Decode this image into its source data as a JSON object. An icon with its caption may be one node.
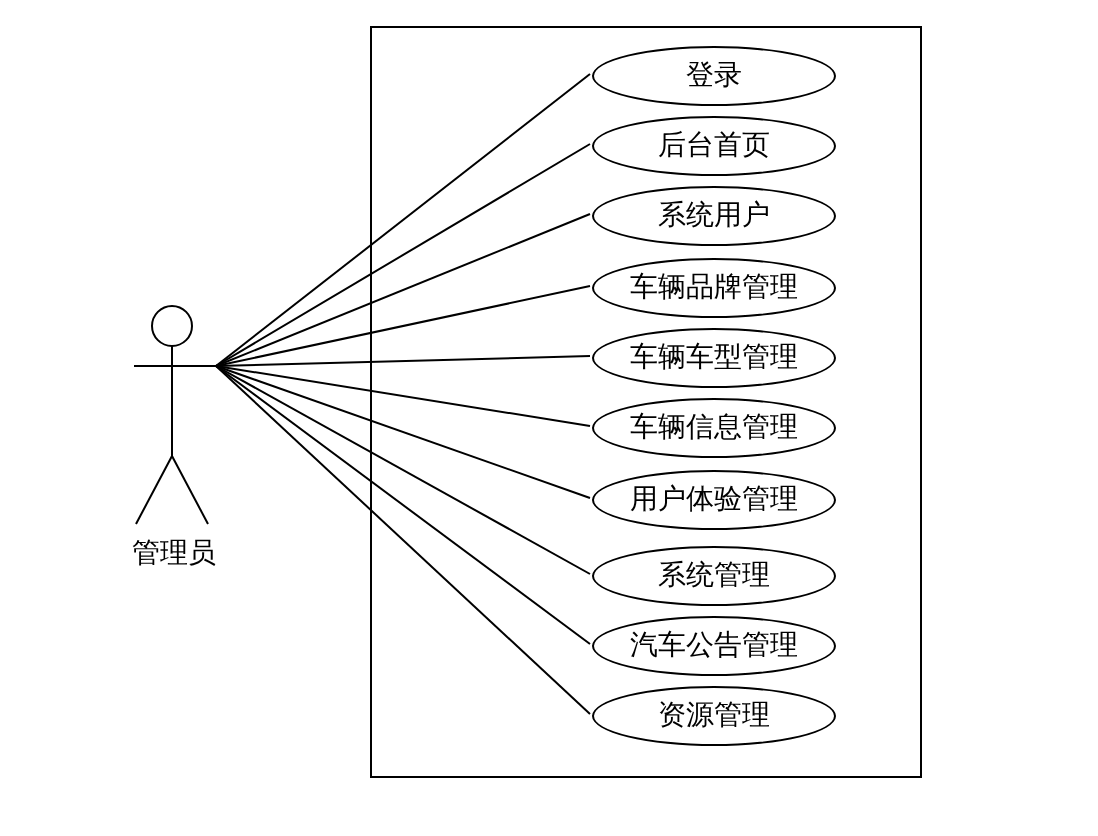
{
  "diagram": {
    "nodes": [
      {
        "text": [
          "管理员"
        ]
      },
      {
        "text": [],
        "shape": "box"
      },
      {
        "text": [
          "登录"
        ],
        "in": 1
      },
      {
        "text": [
          "后台首页"
        ],
        "in": 1
      },
      {
        "text": [
          "系统用户"
        ],
        "in": 1
      },
      {
        "text": [
          "车辆品牌管理"
        ],
        "in": 1
      },
      {
        "text": [
          "车辆车型管理"
        ],
        "in": 1
      },
      {
        "text": [
          "车辆信息管理"
        ],
        "in": 1
      },
      {
        "text": [
          "用户体验管理"
        ],
        "in": 1
      },
      {
        "text": [
          "系统管理"
        ],
        "in": 1
      },
      {
        "text": [
          "汽车公告管理"
        ],
        "in": 1
      },
      {
        "text": [
          "资源管理"
        ],
        "in": 1
      }
    ],
    "edges": [
      {
        "from": 0,
        "to": 2,
        "arrow": "none"
      },
      {
        "from": 0,
        "to": 3,
        "arrow": "none"
      },
      {
        "from": 0,
        "to": 4,
        "arrow": "none"
      },
      {
        "from": 0,
        "to": 5,
        "arrow": "none"
      },
      {
        "from": 0,
        "to": 6,
        "arrow": "none"
      },
      {
        "from": 0,
        "to": 7,
        "arrow": "none"
      },
      {
        "from": 0,
        "to": 8,
        "arrow": "none"
      },
      {
        "from": 0,
        "to": 9,
        "arrow": "none"
      },
      {
        "from": 0,
        "to": 10,
        "arrow": "none"
      },
      {
        "from": 0,
        "to": 11,
        "arrow": "none"
      }
    ]
  }
}
